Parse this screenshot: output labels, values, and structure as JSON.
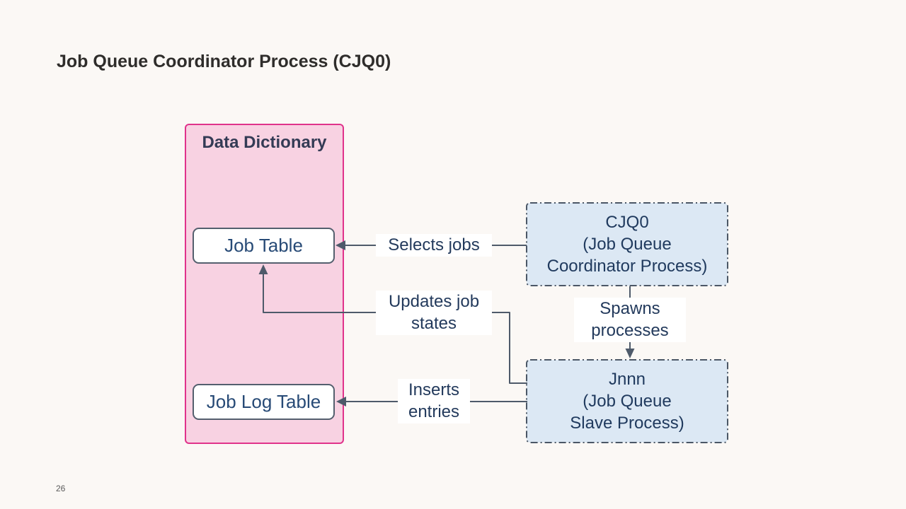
{
  "slide": {
    "title": "Job Queue Coordinator Process (CJQ0)",
    "page_number": "26"
  },
  "diagram": {
    "data_dictionary": {
      "title": "Data Dictionary",
      "job_table": "Job Table",
      "job_log_table": "Job Log Table"
    },
    "cjq0_box": {
      "line1": "CJQ0",
      "line2": "(Job Queue",
      "line3": "Coordinator Process)"
    },
    "jnnn_box": {
      "line1": "Jnnn",
      "line2": "(Job Queue",
      "line3": "Slave Process)"
    },
    "labels": {
      "selects": "Selects jobs",
      "updates_line1": "Updates job",
      "updates_line2": "states",
      "spawns_line1": "Spawns",
      "spawns_line2": "processes",
      "inserts_line1": "Inserts",
      "inserts_line2": "entries"
    },
    "colors": {
      "background": "#fbf8f5",
      "pink_fill": "#f8d2e2",
      "pink_border": "#e0338b",
      "blue_fill": "#dce8f4",
      "blue_border": "#4b5766",
      "connector": "#4e5a6a",
      "box_text_navy": "#274a76",
      "title_text": "#2f2d2b"
    }
  }
}
